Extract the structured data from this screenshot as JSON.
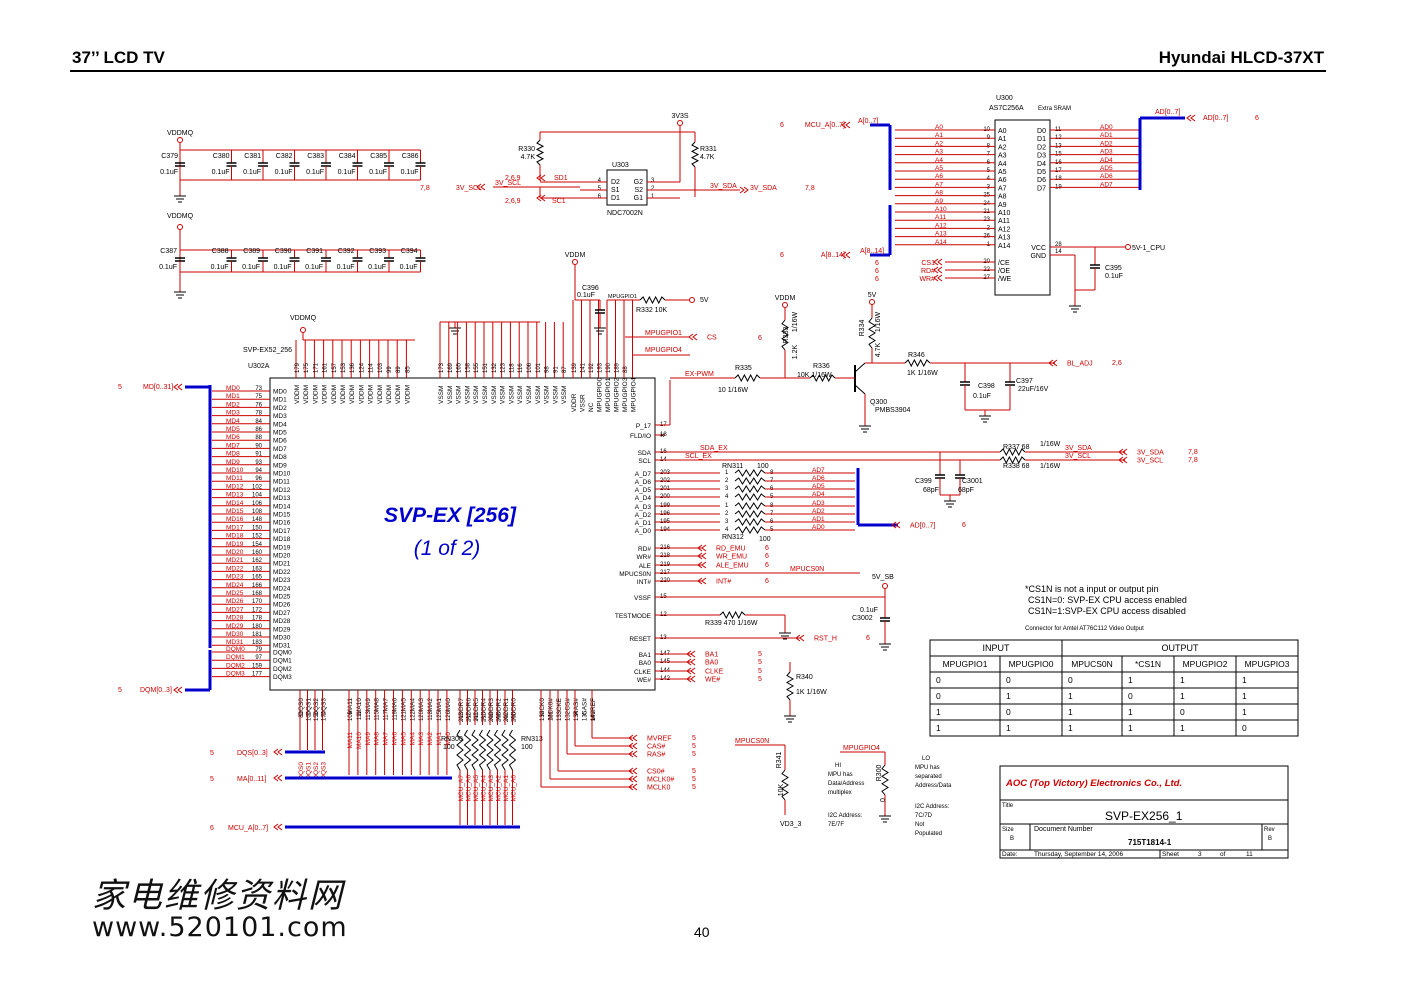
{
  "header": {
    "left": "37’’ LCD  TV",
    "right": "Hyundai  HLCD-37XT"
  },
  "page_number": "40",
  "watermark": {
    "chinese": "家电维修资料网",
    "url": "www.520101.com"
  },
  "colors": {
    "wire": "#cc0000",
    "bus": "#0000cc",
    "ink": "#000000"
  },
  "chip": {
    "ref": "U302A",
    "part": "SVP-EX52_256",
    "title": "SVP-EX [256]",
    "subtitle": "(1 of 2)",
    "top_power_left": [
      "VDDM",
      "VDDM",
      "VDDM",
      "VDDM",
      "VDDM",
      "VDDM",
      "VDDM",
      "VDDM",
      "VDDM",
      "VDDM",
      "VDDM",
      "VDDM",
      "VDDM"
    ],
    "top_power_left_pins": [
      "179",
      "175",
      "171",
      "161",
      "157",
      "153",
      "136",
      "124",
      "114",
      "103",
      "99",
      "89",
      "85",
      "77"
    ],
    "top_power_right": [
      "VSSM",
      "VSSM",
      "VSSM",
      "VSSM",
      "VSSM",
      "VSSM",
      "VSSM",
      "VSSM",
      "VSSM",
      "VSSM",
      "VSSM",
      "VSSM",
      "VSSM",
      "VSSM",
      "VSSM"
    ],
    "top_power_right_pins": [
      "173",
      "169",
      "165",
      "158",
      "155",
      "151",
      "132",
      "123",
      "118",
      "116",
      "106",
      "101",
      "98",
      "91",
      "87",
      "83"
    ],
    "top_misc": [
      "VDDR",
      "VSSR",
      "NC",
      "MPUGPIO0",
      "MPUGPIO1",
      "MPUGPIO2",
      "MPUGPIO3",
      "MPUGPIO4"
    ],
    "top_misc_pins": [
      "139",
      "141",
      "192",
      "193",
      "190",
      "189",
      "88"
    ],
    "md_labels": [
      "MD0",
      "MD1",
      "MD2",
      "MD3",
      "MD4",
      "MD5",
      "MD6",
      "MD7",
      "MD8",
      "MD9",
      "MD10",
      "MD11",
      "MD12",
      "MD13",
      "MD14",
      "MD15",
      "MD16",
      "MD17",
      "MD18",
      "MD19",
      "MD20",
      "MD21",
      "MD22",
      "MD23",
      "MD24",
      "MD25",
      "MD26",
      "MD27",
      "MD28",
      "MD29",
      "MD30",
      "MD31"
    ],
    "md_pins": [
      "73",
      "75",
      "76",
      "78",
      "84",
      "86",
      "88",
      "90",
      "91",
      "93",
      "94",
      "96",
      "102",
      "104",
      "106",
      "108",
      "148",
      "150",
      "152",
      "154",
      "160",
      "162",
      "163",
      "165",
      "166",
      "168",
      "170",
      "172",
      "178",
      "180",
      "181",
      "183"
    ],
    "dqm_labels": [
      "DQM0",
      "DQM1",
      "DQM2",
      "DQM3"
    ],
    "dqm_pins": [
      "79",
      "97",
      "159",
      "177"
    ],
    "bottom_dqs": [
      "DQS0",
      "DQS1",
      "DQS2",
      "DQS3"
    ],
    "bottom_dqs_pins": [
      "82",
      "100",
      "156",
      "174"
    ],
    "bottom_ma": [
      "MA11",
      "MA10",
      "MA9",
      "MA8",
      "MA7",
      "MA6",
      "MA5",
      "MA4",
      "MA3",
      "MA2",
      "MA1",
      "MA0"
    ],
    "bottom_ma_pins": [
      "109",
      "111",
      "113",
      "115",
      "117",
      "119",
      "121",
      "122",
      "120",
      "118",
      "125",
      "126"
    ],
    "bottom_addr": [
      "ADDR7",
      "ADDR6",
      "ADDR5",
      "ADDR4",
      "ADDR3",
      "ADDR2",
      "ADDR1",
      "ADDR0"
    ],
    "bottom_addr_pins": [
      "213",
      "212",
      "211",
      "210",
      "209",
      "208",
      "207",
      "206"
    ],
    "bottom_ctrl": [
      "MCK0",
      "MCK0#",
      "CKE",
      "CS#",
      "RAS#",
      "CAS#",
      "MVREF"
    ],
    "bottom_ctrl_pins": [
      "130",
      "131",
      "133",
      "132",
      "134",
      "135",
      "140"
    ],
    "right_pins": [
      {
        "name": "P_17",
        "pin": "17"
      },
      {
        "name": "FLD/IO",
        "pin": "18"
      },
      {
        "name": "SDA",
        "pin": "16"
      },
      {
        "name": "SCL",
        "pin": "14"
      },
      {
        "name": "A_D7",
        "pin": "203"
      },
      {
        "name": "A_D6",
        "pin": "202"
      },
      {
        "name": "A_D5",
        "pin": "201"
      },
      {
        "name": "A_D4",
        "pin": "200"
      },
      {
        "name": "A_D3",
        "pin": "199"
      },
      {
        "name": "A_D2",
        "pin": "196"
      },
      {
        "name": "A_D1",
        "pin": "195"
      },
      {
        "name": "A_D0",
        "pin": "194"
      },
      {
        "name": "RD#",
        "pin": "216"
      },
      {
        "name": "WR#",
        "pin": "218"
      },
      {
        "name": "ALE",
        "pin": "219"
      },
      {
        "name": "MPUCS0N",
        "pin": "217"
      },
      {
        "name": "INT#",
        "pin": "220"
      },
      {
        "name": "VSSF",
        "pin": "15"
      },
      {
        "name": "TESTMODE",
        "pin": "12"
      },
      {
        "name": "RESET",
        "pin": "13"
      },
      {
        "name": "BA1",
        "pin": "147"
      },
      {
        "name": "BA0",
        "pin": "145"
      },
      {
        "name": "CLKE",
        "pin": "144"
      },
      {
        "name": "WE#",
        "pin": "142"
      }
    ]
  },
  "nets": {
    "md_bus": "MD[0..31]",
    "md_sheet": "5",
    "dqm_bus": "DQM[0..3]",
    "dqm_sheet": "5",
    "dqs_bus": "DQS[0..3]",
    "dqs_sheet": "5",
    "ma_bus": "MA[0..11]",
    "ma_sheet": "5",
    "mcu_a_bus": "MCU_A[0..7]",
    "mcu_a_sheet": "6",
    "ex_pwm": "EX-PWM",
    "sda_ex": "SDA_EX",
    "scl_ex": "SCL_EX",
    "ad_bus": "AD[0..7]",
    "ad_sheet": "6",
    "ad_nets": [
      "AD7",
      "AD6",
      "AD5",
      "AD4",
      "AD3",
      "AD2",
      "AD1",
      "AD0"
    ],
    "rd_emu": "RD_EMU",
    "wr_emu": "WR_EMU",
    "ale_emu": "ALE_EMU",
    "emu_sheet": "6",
    "mpucs0n": "MPUCS0N",
    "int": "INT#",
    "int_sheet": "6",
    "rst": "RST_H",
    "rst_sheet": "6",
    "ba1": "BA1",
    "ba0": "BA0",
    "clke": "CLKE",
    "we": "WE#",
    "sdram_sheet": "5",
    "mvref": "MVREF",
    "cas": "CAS#",
    "ras": "RAS#",
    "cs0": "CS0#",
    "mclk0n": "MCLK0#",
    "mclk0": "MCLK0",
    "ctrl_sheet": "5",
    "mpugpio1": "MPUGPIO1",
    "cs": "CS",
    "cs_sheet": "6",
    "mpugpio4": "MPUGPIO4",
    "mpugpio1_pullup": "MPUGPIO1",
    "mcu_a_nets": [
      "MCU_A7",
      "MCU_A6",
      "MCU_A5",
      "MCU_A4",
      "MCU_A3",
      "MCU_A2",
      "MCU_A1",
      "MCU_A0"
    ],
    "ma_nets": [
      "MA11",
      "MA10",
      "MA9",
      "MA8",
      "MA7",
      "MA6",
      "MA5",
      "MA4",
      "MA3",
      "MA2",
      "MA1",
      "MA0"
    ],
    "dqs_nets": [
      "DQS0",
      "DQS1",
      "DQS2",
      "DQS3"
    ],
    "dqm_nets": [
      "DQM0",
      "DQM1",
      "DQM2",
      "DQM3"
    ],
    "md_nets": [
      "MD0",
      "MD1",
      "MD2",
      "MD3",
      "MD4",
      "MD5",
      "MD6",
      "MD7",
      "MD8",
      "MD9",
      "MD10",
      "MD11",
      "MD12",
      "MD13",
      "MD14",
      "MD15",
      "MD16",
      "MD17",
      "MD18",
      "MD19",
      "MD20",
      "MD21",
      "MD22",
      "MD23",
      "MD24",
      "MD25",
      "MD26",
      "MD27",
      "MD28",
      "MD29",
      "MD30",
      "MD31"
    ]
  },
  "decoupling": {
    "rail": "VDDMQ",
    "row1": [
      {
        "ref": "C379",
        "val": "0.1uF"
      },
      {
        "ref": "C380",
        "val": "0.1uF"
      },
      {
        "ref": "C381",
        "val": "0.1uF"
      },
      {
        "ref": "C382",
        "val": "0.1uF"
      },
      {
        "ref": "C383",
        "val": "0.1uF"
      },
      {
        "ref": "C384",
        "val": "0.1uF"
      },
      {
        "ref": "C385",
        "val": "0.1uF"
      },
      {
        "ref": "C386",
        "val": "0.1uF"
      }
    ],
    "row2": [
      {
        "ref": "C387",
        "val": "0.1uF"
      },
      {
        "ref": "C388",
        "val": "0.1uF"
      },
      {
        "ref": "C389",
        "val": "0.1uF"
      },
      {
        "ref": "C390",
        "val": "0.1uF"
      },
      {
        "ref": "C391",
        "val": "0.1uF"
      },
      {
        "ref": "C392",
        "val": "0.1uF"
      },
      {
        "ref": "C393",
        "val": "0.1uF"
      },
      {
        "ref": "C394",
        "val": "0.1uF"
      }
    ]
  },
  "level_shifter": {
    "rail": "3V3S",
    "r330": {
      "ref": "R330",
      "val": "4.7K"
    },
    "r331": {
      "ref": "R331",
      "val": "4.7K"
    },
    "ref": "U303",
    "part": "NDC7002N",
    "pins_left": [
      {
        "n": "D2",
        "p": "4"
      },
      {
        "n": "S1",
        "p": "5"
      },
      {
        "n": "D1",
        "p": "6"
      }
    ],
    "pins_right": [
      {
        "n": "G2",
        "p": "3"
      },
      {
        "n": "S2",
        "p": "2"
      },
      {
        "n": "G1",
        "p": "1"
      }
    ],
    "sd1": "SD1",
    "sc1": "SC1",
    "sda_sheets": "2,6,9",
    "scl_sheets": "2,6,9",
    "v3_scl": "3V_SCL",
    "v3_sda": "3V_SDA",
    "left_sheet": "7,8",
    "right_sheet": "7,8",
    "sda_label": "3V_SDA"
  },
  "sram": {
    "ref": "U300",
    "part": "AS7C256A",
    "note": "Extra SRAM",
    "a_in": [
      "A0",
      "A1",
      "A2",
      "A3",
      "A4",
      "A5",
      "A6",
      "A7",
      "A8",
      "A9",
      "A10",
      "A11",
      "A12",
      "A13",
      "A14"
    ],
    "a_pins": [
      "10",
      "9",
      "8",
      "7",
      "6",
      "5",
      "4",
      "3",
      "25",
      "24",
      "21",
      "23",
      "2",
      "26",
      "1"
    ],
    "d_out": [
      "D0",
      "D1",
      "D2",
      "D3",
      "D4",
      "D5",
      "D6",
      "D7"
    ],
    "d_pins": [
      "11",
      "12",
      "13",
      "15",
      "16",
      "17",
      "18",
      "19"
    ],
    "ad_nets": [
      "AD0",
      "AD1",
      "AD2",
      "AD3",
      "AD4",
      "AD5",
      "AD6",
      "AD7"
    ],
    "ctrl": [
      {
        "n": "/CE",
        "p": "20",
        "net": "CS1"
      },
      {
        "n": "/OE",
        "p": "22",
        "net": "RD#"
      },
      {
        "n": "/WE",
        "p": "27",
        "net": "WR#"
      }
    ],
    "vcc": {
      "n": "VCC",
      "p": "28"
    },
    "gnd": {
      "n": "GND",
      "p": "14"
    },
    "rail": "5V-1_CPU",
    "c395": {
      "ref": "C395",
      "val": "0.1uF"
    },
    "mcu_a_bus": "MCU_A[0..7]",
    "mcu_a_tag": "A[0..7]",
    "mcu_a_sheet": "6",
    "a_hi_bus": "A[8..14]",
    "a_hi_sheet": "6",
    "ad_bus": "AD[0..7]",
    "ad_sheet": "6",
    "ctrl_sheets": [
      "6",
      "6",
      "6"
    ]
  },
  "backlight": {
    "vddm": "VDDM",
    "r333": {
      "ref": "R333",
      "val": "1.2K",
      "pw": "1/16W"
    },
    "r334": {
      "ref": "R334",
      "val": "4.7K",
      "pw": "1/16W"
    },
    "v5": "5V",
    "r335": {
      "ref": "R335",
      "val": "10",
      "pw": "1/16W"
    },
    "r336": {
      "ref": "R336",
      "val": "10K",
      "pw": "1/16W"
    },
    "q300": {
      "ref": "Q300",
      "part": "PMBS3904"
    },
    "r346": {
      "ref": "R346",
      "val": "1K",
      "pw": "1/16W"
    },
    "c398": {
      "ref": "C398",
      "val": "0.1uF"
    },
    "c397": {
      "ref": "C397",
      "val": "22uF/16V"
    },
    "bl_adj": "BL_ADJ",
    "bl_sheet": "2,6"
  },
  "i2c_out": {
    "r337": {
      "ref": "R337",
      "val": "68",
      "pw": "1/16W"
    },
    "r338": {
      "ref": "R338",
      "val": "68",
      "pw": "1/16W"
    },
    "sda": "3V_SDA",
    "scl": "3V_SCL",
    "sheet": "7,8",
    "c399": {
      "ref": "C399",
      "val": "68pF"
    },
    "c3001": {
      "ref": "C3001",
      "val": "68pF"
    }
  },
  "rn": {
    "rn311": {
      "ref": "RN311",
      "val": "100"
    },
    "rn312": {
      "ref": "RN312",
      "val": "100"
    },
    "rn300": {
      "ref": "RN300",
      "val": "100"
    },
    "rn313": {
      "ref": "RN313",
      "val": "100"
    }
  },
  "misc": {
    "r332": {
      "ref": "R332",
      "val": "10K"
    },
    "r332_rail": "5V",
    "c396": {
      "ref": "C396",
      "val": "0.1uF"
    },
    "vddm_c396": "VDDM",
    "vddmq_chip": "VDDMQ",
    "v5_sb": "5V_SB",
    "c3002": {
      "ref": "C3002",
      "val": "0.1uF"
    },
    "r339": {
      "ref": "R339",
      "val": "470",
      "pw": "1/16W"
    },
    "r340": {
      "ref": "R340",
      "val": "1K",
      "pw": "1/16W"
    },
    "r341": {
      "ref": "R341",
      "val": "10K"
    },
    "r300": {
      "ref": "R300",
      "val": "0"
    },
    "vd3_3": "VD3_3",
    "mpucs0n_label": "MPUCS0N",
    "mpugpio4_label": "MPUGPIO4",
    "hi_note": [
      "HI",
      "MPU has",
      "Data/Address",
      "multiplex"
    ],
    "lo_note": [
      "LO",
      "MPU has",
      "separated",
      "Address/Data"
    ],
    "i2c_hi": [
      "I2C Address:",
      "7E/7F"
    ],
    "i2c_lo": [
      "I2C Address:",
      "7C/7D",
      "Not",
      "Populated"
    ]
  },
  "notes": {
    "cs1n": [
      "*CS1N is not a input or output pin",
      "CS1N=0: SVP-EX CPU access enabled",
      "CS1N=1:SVP-EX CPU access disabled"
    ],
    "connector": "Connector for Amtel AT76C112 Video Output"
  },
  "truth_table": {
    "group_input": "INPUT",
    "group_output": "OUTPUT",
    "headers": [
      "MPUGPIO1",
      "MPUGPIO0",
      "MPUCS0N",
      "*CS1N",
      "MPUGPIO2",
      "MPUGPIO3"
    ],
    "rows": [
      [
        "0",
        "0",
        "0",
        "1",
        "1",
        "1"
      ],
      [
        "0",
        "1",
        "1",
        "0",
        "1",
        "1"
      ],
      [
        "1",
        "0",
        "1",
        "1",
        "0",
        "1"
      ],
      [
        "1",
        "1",
        "1",
        "1",
        "1",
        "0"
      ]
    ]
  },
  "title_block": {
    "company": "AOC (Top Victory) Electronics Co., Ltd.",
    "title_label": "Title",
    "title": "SVP-EX256_1",
    "size_label": "Size",
    "size": "B",
    "docnum_label": "Document Number",
    "docnum": "715T1814-1",
    "rev_label": "Rev",
    "rev": "B",
    "date_label": "Date:",
    "date": "Thursday, September 14, 2006",
    "sheet_label": "Sheet",
    "sheet": "3",
    "of_label": "of",
    "of": "11"
  }
}
